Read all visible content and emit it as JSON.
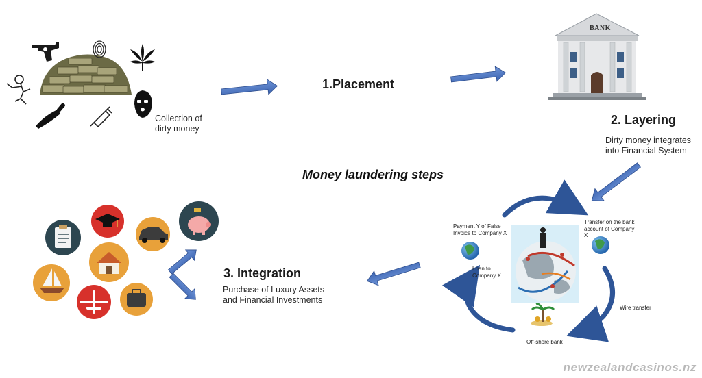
{
  "title": "Money laundering steps",
  "steps": {
    "placement": {
      "label": "1.Placement"
    },
    "layering": {
      "label": "2. Layering",
      "description_lines": [
        "Dirty money integrates",
        "into Financial System"
      ]
    },
    "integration": {
      "label": "3. Integration",
      "description_lines": [
        "Purchase of Luxury Assets",
        "and Financial Investments"
      ]
    }
  },
  "collection": {
    "caption_lines": [
      "Collection of",
      "dirty money"
    ]
  },
  "bank": {
    "sign": "BANK"
  },
  "layering_cycle": {
    "payment_lines": [
      "Payment Y of False",
      "Invoice to Company X"
    ],
    "transfer_lines": [
      "Transfer on the bank",
      "account of Company",
      "X"
    ],
    "loan_lines": [
      "Loan to",
      "Company X"
    ],
    "wire": "Wire transfer",
    "offshore": "Off-shore bank"
  },
  "watermark": "newzealandcasinos.nz",
  "colors": {
    "arrow_blue": "#4472c4",
    "cycle_blue": "#2e5597"
  }
}
